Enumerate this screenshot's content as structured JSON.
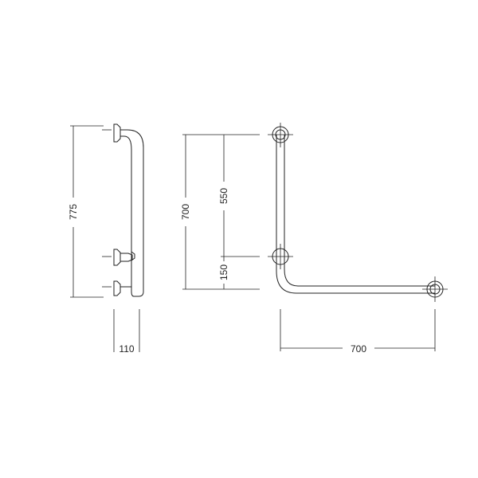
{
  "drawing": {
    "side_view": {
      "height_label": "775",
      "depth_label": "110"
    },
    "front_view": {
      "total_height_label": "700",
      "upper_spacing_label": "550",
      "lower_spacing_label": "150",
      "width_label": "700"
    },
    "line_color": "#222222"
  }
}
